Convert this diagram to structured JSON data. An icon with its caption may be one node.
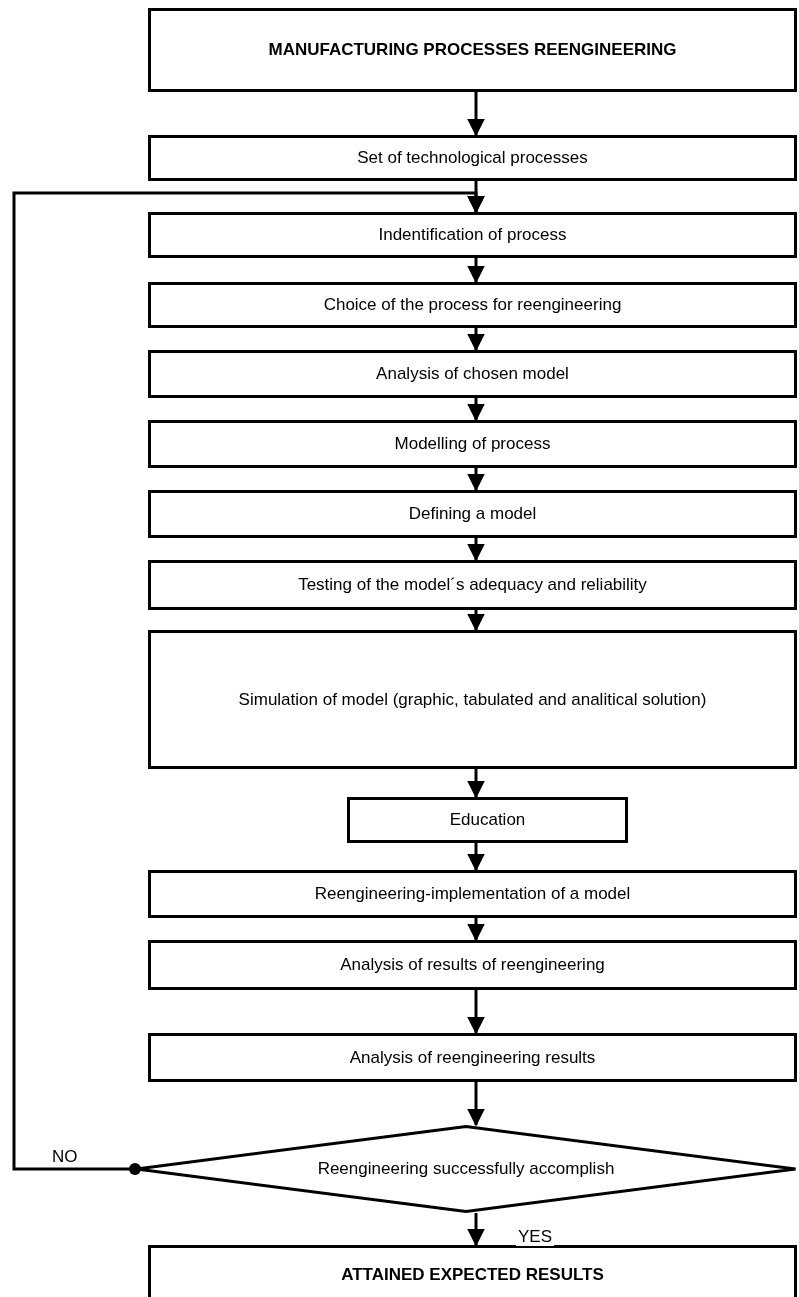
{
  "diagram": {
    "nodes": [
      {
        "text": [
          "MANUFACTURING PROCESSES REENGINEERING"
        ]
      },
      {
        "text": [
          "Set of technological processes"
        ]
      },
      {
        "text": [
          "Indentification of process"
        ]
      },
      {
        "text": [
          "Choice of the process for reengineering"
        ]
      },
      {
        "text": [
          "Analysis of chosen model"
        ]
      },
      {
        "text": [
          "Modelling of process"
        ]
      },
      {
        "text": [
          "Defining a model"
        ]
      },
      {
        "text": [
          "Testing of the model´s adequacy and reliability"
        ]
      },
      {
        "text": [
          "Simulation of model (graphic, tabulated and analitical solution)"
        ]
      },
      {
        "text": [
          "Education"
        ]
      },
      {
        "text": [
          "Reengineering-implementation of a model"
        ]
      },
      {
        "text": [
          "Analysis of results of reengineering"
        ]
      },
      {
        "text": [
          "Analysis of reengineering results"
        ]
      },
      {
        "text": [
          "Reengineering successfully accomplish"
        ]
      },
      {
        "text": [
          "ATTAINED EXPECTED RESULTS"
        ]
      }
    ],
    "edges": [
      {
        "from": 0,
        "to": 1,
        "arrow": "to"
      },
      {
        "from": 1,
        "to": 2,
        "arrow": "to"
      },
      {
        "from": 2,
        "to": 3,
        "arrow": "to"
      },
      {
        "from": 3,
        "to": 4,
        "arrow": "to"
      },
      {
        "from": 4,
        "to": 5,
        "arrow": "to"
      },
      {
        "from": 5,
        "to": 6,
        "arrow": "to"
      },
      {
        "from": 6,
        "to": 7,
        "arrow": "to"
      },
      {
        "from": 7,
        "to": 8,
        "arrow": "to"
      },
      {
        "from": 8,
        "to": 9,
        "arrow": "to"
      },
      {
        "from": 9,
        "to": 10,
        "arrow": "to"
      },
      {
        "from": 10,
        "to": 11,
        "arrow": "to"
      },
      {
        "from": 11,
        "to": 12,
        "arrow": "to"
      },
      {
        "from": 12,
        "to": 13,
        "arrow": "to"
      },
      {
        "from": 13,
        "to": 14,
        "label": "YES",
        "arrow": "to"
      },
      {
        "from": 13,
        "to": 2,
        "label": "NO",
        "arrow": "to"
      }
    ]
  }
}
